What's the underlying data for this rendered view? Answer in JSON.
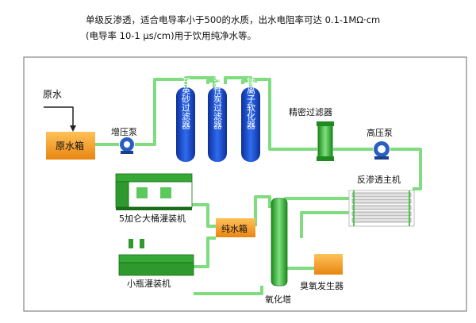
{
  "description": {
    "line1": "单级反渗透，适合电导率小于500的水质，出水电阻率可达 0.1-1MΩ·cm",
    "line2": "(电导率 10-1 μs/cm)用于饮用纯净水等。"
  },
  "labels": {
    "raw_water": "原水",
    "raw_tank": "原水箱",
    "booster_pump": "增压泵",
    "filter1": "石英砂过滤器",
    "filter2": "活性炭过滤器",
    "filter3": "钠离子软化器",
    "precision_filter": "精密过滤器",
    "high_pressure_pump": "高压泵",
    "ro_unit": "反渗透主机",
    "bucket_filler": "5加仑大桶灌装机",
    "pure_tank": "纯水箱",
    "bottle_filler": "小瓶灌装机",
    "oxidation_tower": "氧化塔",
    "ozone_generator": "臭氧发生器"
  },
  "colors": {
    "pipe": "#9be89b",
    "pipe_edge": "#3fae3f",
    "tank_orange": "#f59a23",
    "filter_blue": "#1d4fd0",
    "machine_green": "#2fa32f",
    "pump_blue": "#2a5fc2"
  },
  "icons": {
    "pump": "pump-icon",
    "arrow": "arrow-icon"
  }
}
